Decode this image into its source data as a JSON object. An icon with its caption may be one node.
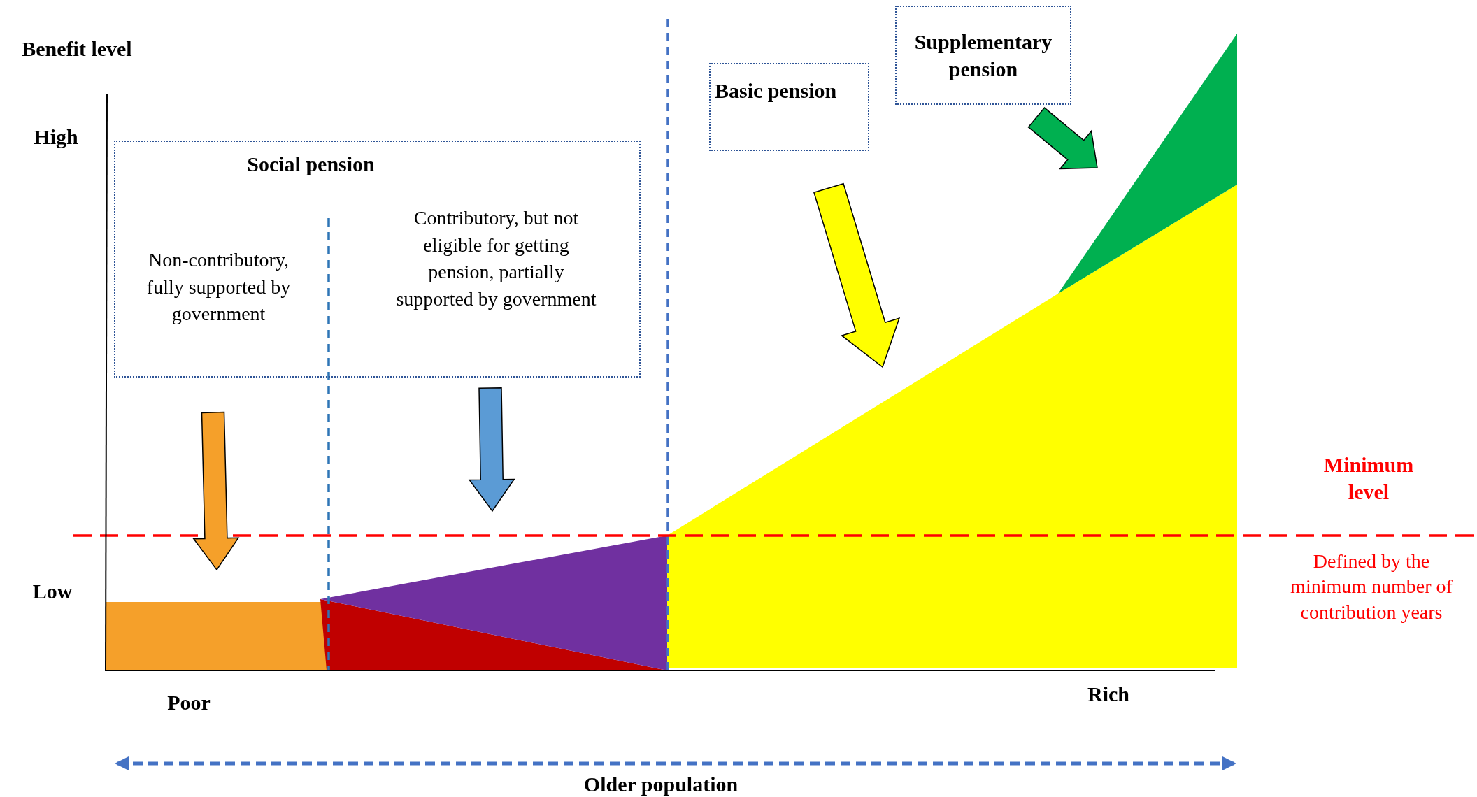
{
  "diagram": {
    "nodes": [
      {
        "text": [
          "Social pension"
        ]
      },
      {
        "text": [
          "Non-contributory, fully supported by government"
        ],
        "in": 0
      },
      {
        "text": [
          "Contributory, but not eligible for getting pension, partially supported by government"
        ],
        "in": 0
      },
      {
        "text": [
          "Basic pension"
        ]
      },
      {
        "text": [
          "Supplementary pension"
        ]
      },
      {
        "text": [],
        "shape": "bar"
      },
      {
        "text": [],
        "shape": "triangle"
      },
      {
        "text": [],
        "shape": "triangle"
      },
      {
        "text": [],
        "shape": "area"
      },
      {
        "text": [],
        "shape": "triangle"
      }
    ],
    "edges": [
      {
        "from": 1,
        "to": 5,
        "arrow": "to",
        "style": "thick",
        "color": "#f5a02a"
      },
      {
        "from": 2,
        "to": 7,
        "arrow": "to",
        "style": "thick",
        "color": "#5b9bd5"
      },
      {
        "from": 3,
        "to": 8,
        "arrow": "to",
        "style": "thick",
        "color": "#ffff00"
      },
      {
        "from": 4,
        "to": 9,
        "arrow": "to",
        "style": "thick",
        "color": "#00b050"
      }
    ],
    "labels": [
      "Benefit level",
      "High",
      "Low",
      "Poor",
      "Rich",
      "Older population",
      "Minimum level",
      "Defined by the minimum number of contribution years"
    ]
  }
}
